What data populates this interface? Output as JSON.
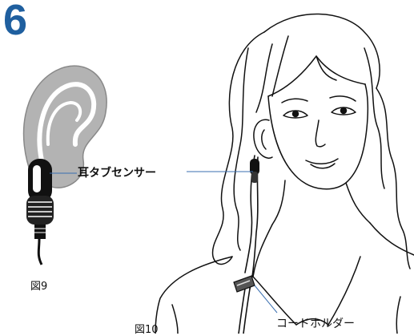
{
  "step": {
    "number": "6"
  },
  "labels": {
    "ear_sensor": "耳タブセンサー",
    "cord_holder": "コードホルダー"
  },
  "figures": {
    "fig9": "図9",
    "fig10": "図10"
  },
  "colors": {
    "accent": "#1f5f9f",
    "leader_line": "#3a6fb0",
    "ear_fill": "#b3b3b3"
  }
}
